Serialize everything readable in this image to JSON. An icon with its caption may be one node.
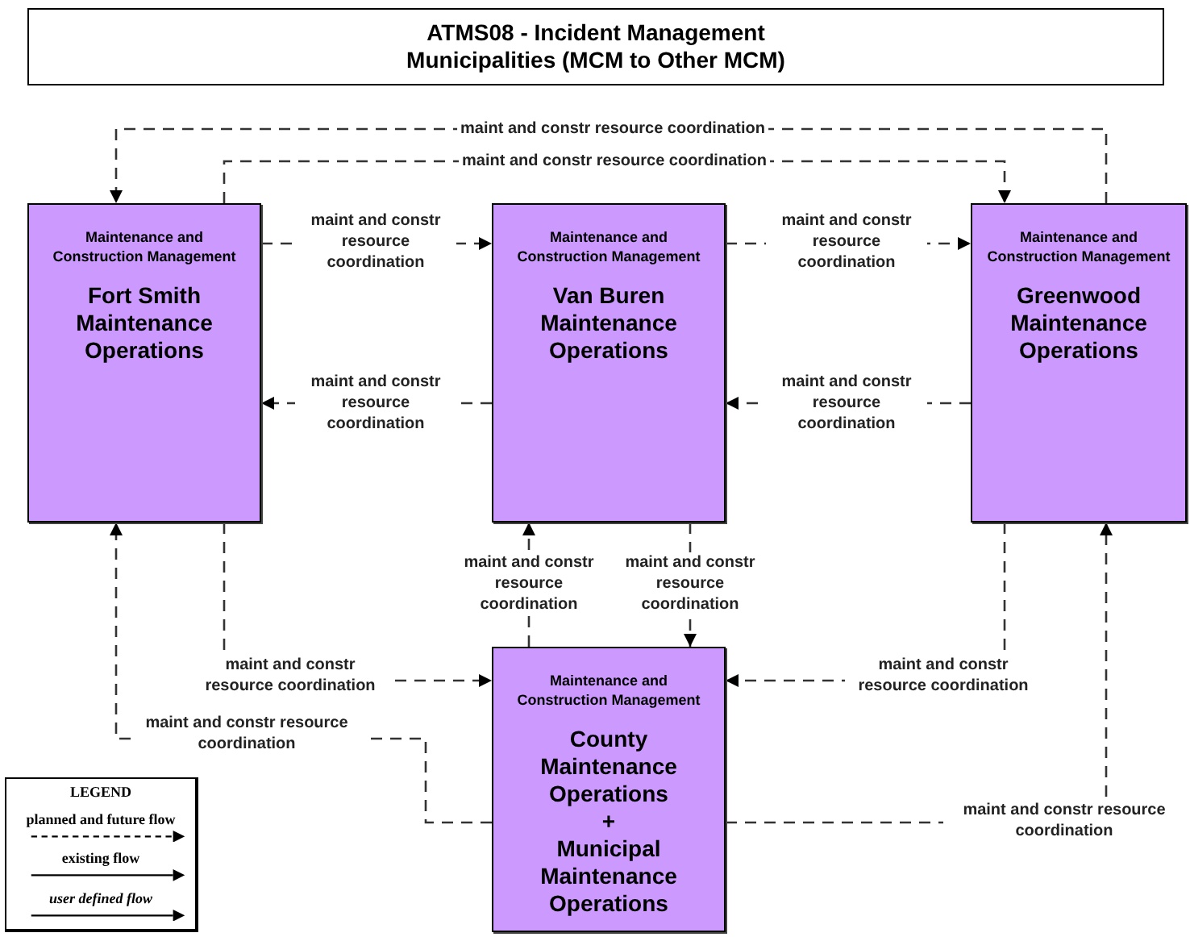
{
  "diagram": {
    "title": "ATMS08 - Incident Management Municipalities (MCM to Other MCM)",
    "nodes": [
      {
        "text": [
          "Maintenance and Construction Management",
          "Fort Smith Maintenance Operations"
        ]
      },
      {
        "text": [
          "Maintenance and Construction Management",
          "Van Buren Maintenance Operations"
        ]
      },
      {
        "text": [
          "Maintenance and Construction Management",
          "Greenwood Maintenance Operations"
        ]
      },
      {
        "text": [
          "Maintenance and Construction Management",
          "County Maintenance Operations + Municipal Maintenance Operations"
        ]
      }
    ],
    "edges": [
      {
        "from": 2,
        "to": 0,
        "arrow": "to",
        "label": "maint and constr resource coordination",
        "style": "dashed"
      },
      {
        "from": 0,
        "to": 2,
        "arrow": "to",
        "label": "maint and constr resource coordination",
        "style": "dashed"
      },
      {
        "from": 0,
        "to": 1,
        "arrow": "to",
        "label": "maint and constr resource coordination",
        "style": "dashed"
      },
      {
        "from": 1,
        "to": 2,
        "arrow": "to",
        "label": "maint and constr resource coordination",
        "style": "dashed"
      },
      {
        "from": 1,
        "to": 0,
        "arrow": "to",
        "label": "maint and constr resource coordination",
        "style": "dashed"
      },
      {
        "from": 2,
        "to": 1,
        "arrow": "to",
        "label": "maint and constr resource coordination",
        "style": "dashed"
      },
      {
        "from": 3,
        "to": 1,
        "arrow": "to",
        "label": "maint and constr resource coordination",
        "style": "dashed"
      },
      {
        "from": 1,
        "to": 3,
        "arrow": "to",
        "label": "maint and constr resource coordination",
        "style": "dashed"
      },
      {
        "from": 0,
        "to": 3,
        "arrow": "to",
        "label": "maint and constr resource coordination",
        "style": "dashed"
      },
      {
        "from": 2,
        "to": 3,
        "arrow": "to",
        "label": "maint and constr resource coordination",
        "style": "dashed"
      },
      {
        "from": 3,
        "to": 0,
        "arrow": "to",
        "label": "maint and constr resource coordination",
        "style": "dashed"
      },
      {
        "from": 3,
        "to": 2,
        "arrow": "to",
        "label": "maint and constr resource coordination",
        "style": "dashed"
      }
    ],
    "labels": [
      "LEGEND"
    ],
    "legend": [
      {
        "text": "planned and future flow"
      },
      {
        "text": "existing flow"
      },
      {
        "text": "user defined flow"
      }
    ]
  }
}
